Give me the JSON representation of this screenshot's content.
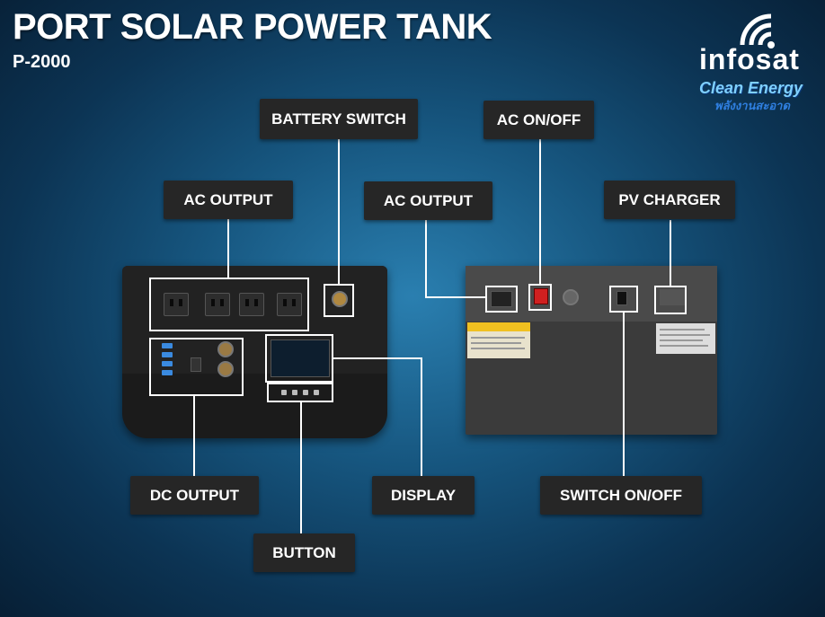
{
  "header": {
    "title": "PORT SOLAR POWER TANK",
    "model": "P-2000"
  },
  "branding": {
    "logo_text": "infosat",
    "clean_energy": "Clean Energy",
    "clean_energy_thai": "พลังงานสะอาด",
    "logo_icon": "wifi-signal-icon"
  },
  "labels": {
    "battery_switch": "BATTERY SWITCH",
    "ac_on_off": "AC ON/OFF",
    "ac_output_left": "AC OUTPUT",
    "ac_output_right": "AC OUTPUT",
    "pv_charger": "PV CHARGER",
    "dc_output": "DC OUTPUT",
    "display": "DISPLAY",
    "button": "BUTTON",
    "switch_on_off": "SWITCH ON/OFF"
  },
  "colors": {
    "label_bg": "#262626",
    "label_text": "#ffffff",
    "callout": "#ffffff",
    "background": "#16557e"
  }
}
